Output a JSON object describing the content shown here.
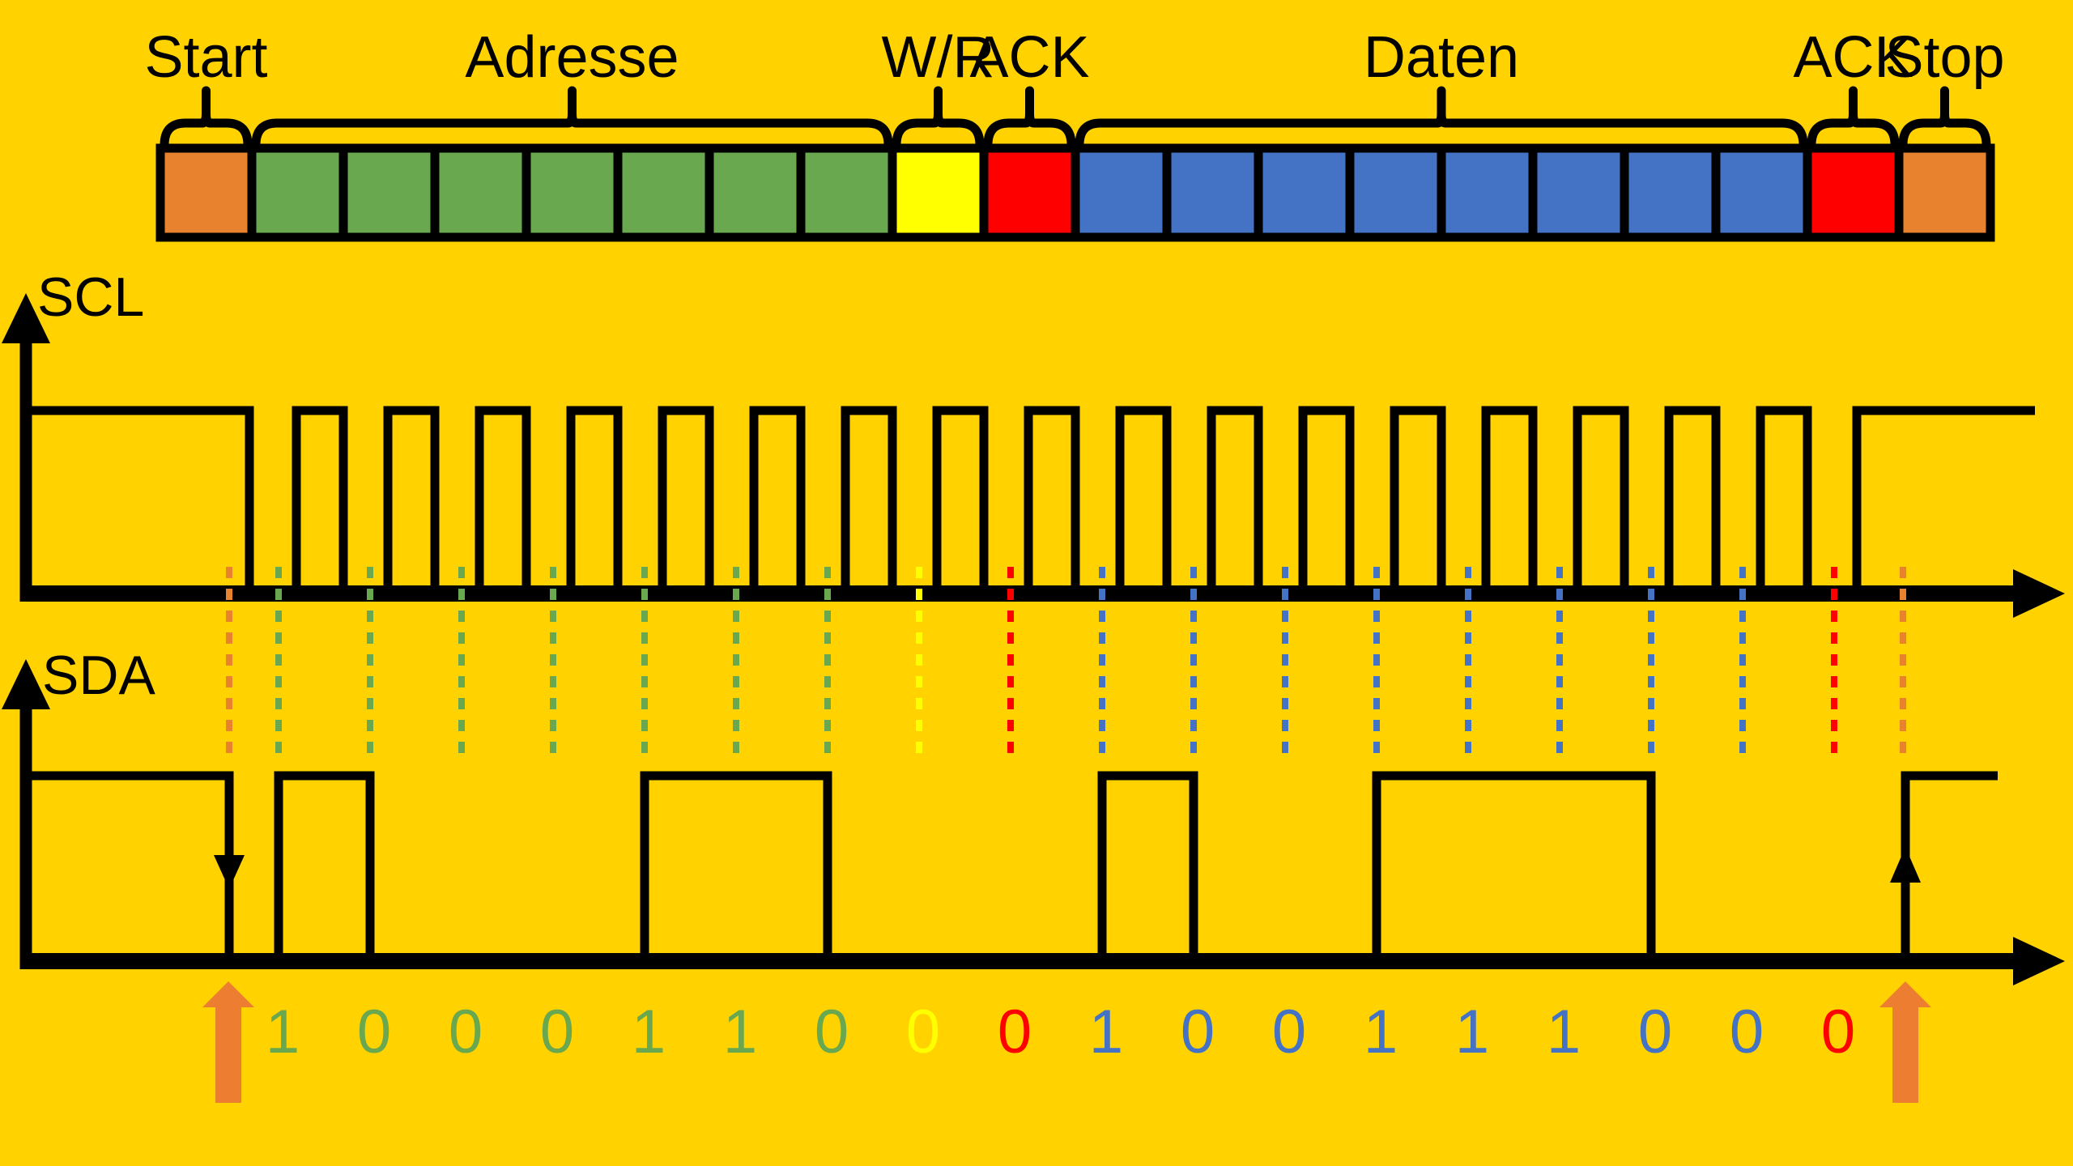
{
  "palette": {
    "background": "#FFD200",
    "black": "#000000",
    "orange": "#E8822E",
    "green": "#6AA84F",
    "yellow": "#FFFF00",
    "red": "#FF0000",
    "blue": "#4472C4",
    "marker_orange": "#ED7D31"
  },
  "signals": {
    "scl_label": "SCL",
    "sda_label": "SDA"
  },
  "frame": {
    "groups": [
      {
        "label": "Start",
        "bits": 1,
        "color": "orange"
      },
      {
        "label": "Adresse",
        "bits": 7,
        "color": "green"
      },
      {
        "label": "W/R",
        "bits": 1,
        "color": "yellow"
      },
      {
        "label": "ACK",
        "bits": 1,
        "color": "red"
      },
      {
        "label": "Daten",
        "bits": 8,
        "color": "blue"
      },
      {
        "label": "ACK",
        "bits": 1,
        "color": "red"
      },
      {
        "label": "Stop",
        "bits": 1,
        "color": "orange"
      }
    ]
  },
  "bits": [
    {
      "value": "1",
      "color": "green"
    },
    {
      "value": "0",
      "color": "green"
    },
    {
      "value": "0",
      "color": "green"
    },
    {
      "value": "0",
      "color": "green"
    },
    {
      "value": "1",
      "color": "green"
    },
    {
      "value": "1",
      "color": "green"
    },
    {
      "value": "0",
      "color": "green"
    },
    {
      "value": "0",
      "color": "yellow"
    },
    {
      "value": "0",
      "color": "red"
    },
    {
      "value": "1",
      "color": "blue"
    },
    {
      "value": "0",
      "color": "blue"
    },
    {
      "value": "0",
      "color": "blue"
    },
    {
      "value": "1",
      "color": "blue"
    },
    {
      "value": "1",
      "color": "blue"
    },
    {
      "value": "1",
      "color": "blue"
    },
    {
      "value": "0",
      "color": "blue"
    },
    {
      "value": "0",
      "color": "blue"
    },
    {
      "value": "0",
      "color": "red"
    }
  ]
}
